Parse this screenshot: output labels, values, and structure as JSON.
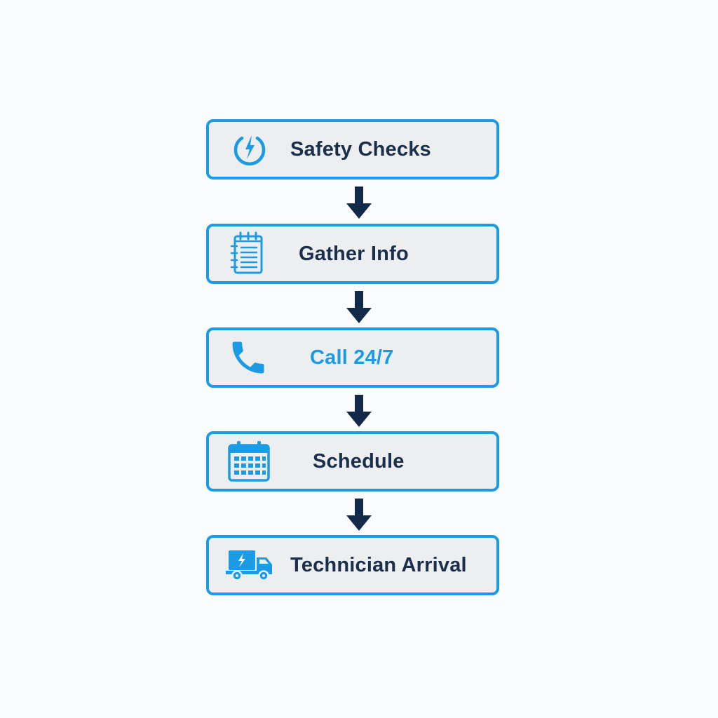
{
  "steps": [
    {
      "label": "Safety Checks",
      "icon": "power-bolt-icon"
    },
    {
      "label": "Gather Info",
      "icon": "notepad-icon"
    },
    {
      "label": "Call 24/7",
      "icon": "phone-icon"
    },
    {
      "label": "Schedule",
      "icon": "calendar-icon"
    },
    {
      "label": "Technician Arrival",
      "icon": "service-truck-icon"
    }
  ],
  "colors": {
    "accent": "#1a9be4",
    "text": "#1a2f4c",
    "box_fill": "#eceef0",
    "arrow": "#13294a",
    "background": "#fbfcfd"
  }
}
